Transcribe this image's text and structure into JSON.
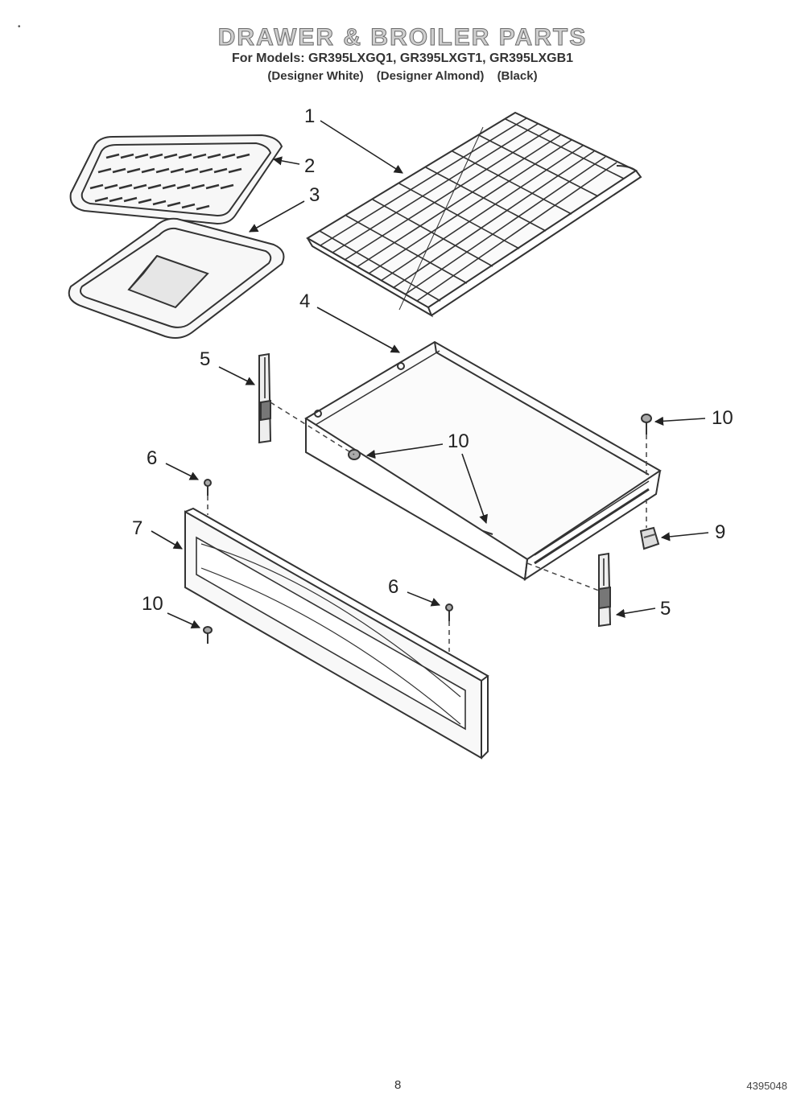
{
  "header": {
    "title": "DRAWER & BROILER PARTS",
    "models_line": "For Models: GR395LXGQ1, GR395LXGT1, GR395LXGB1",
    "variants": [
      "(Designer White)",
      "(Designer Almond)",
      "(Black)"
    ]
  },
  "callouts": {
    "c1": "1",
    "c2": "2",
    "c3": "3",
    "c4": "4",
    "c5a": "5",
    "c5b": "5",
    "c6a": "6",
    "c6b": "6",
    "c7": "7",
    "c9": "9",
    "c10a": "10",
    "c10b": "10",
    "c10c": "10",
    "c10d": "10"
  },
  "footer": {
    "page_number": "8",
    "doc_code": "4395048",
    "corner_mark": "•"
  }
}
